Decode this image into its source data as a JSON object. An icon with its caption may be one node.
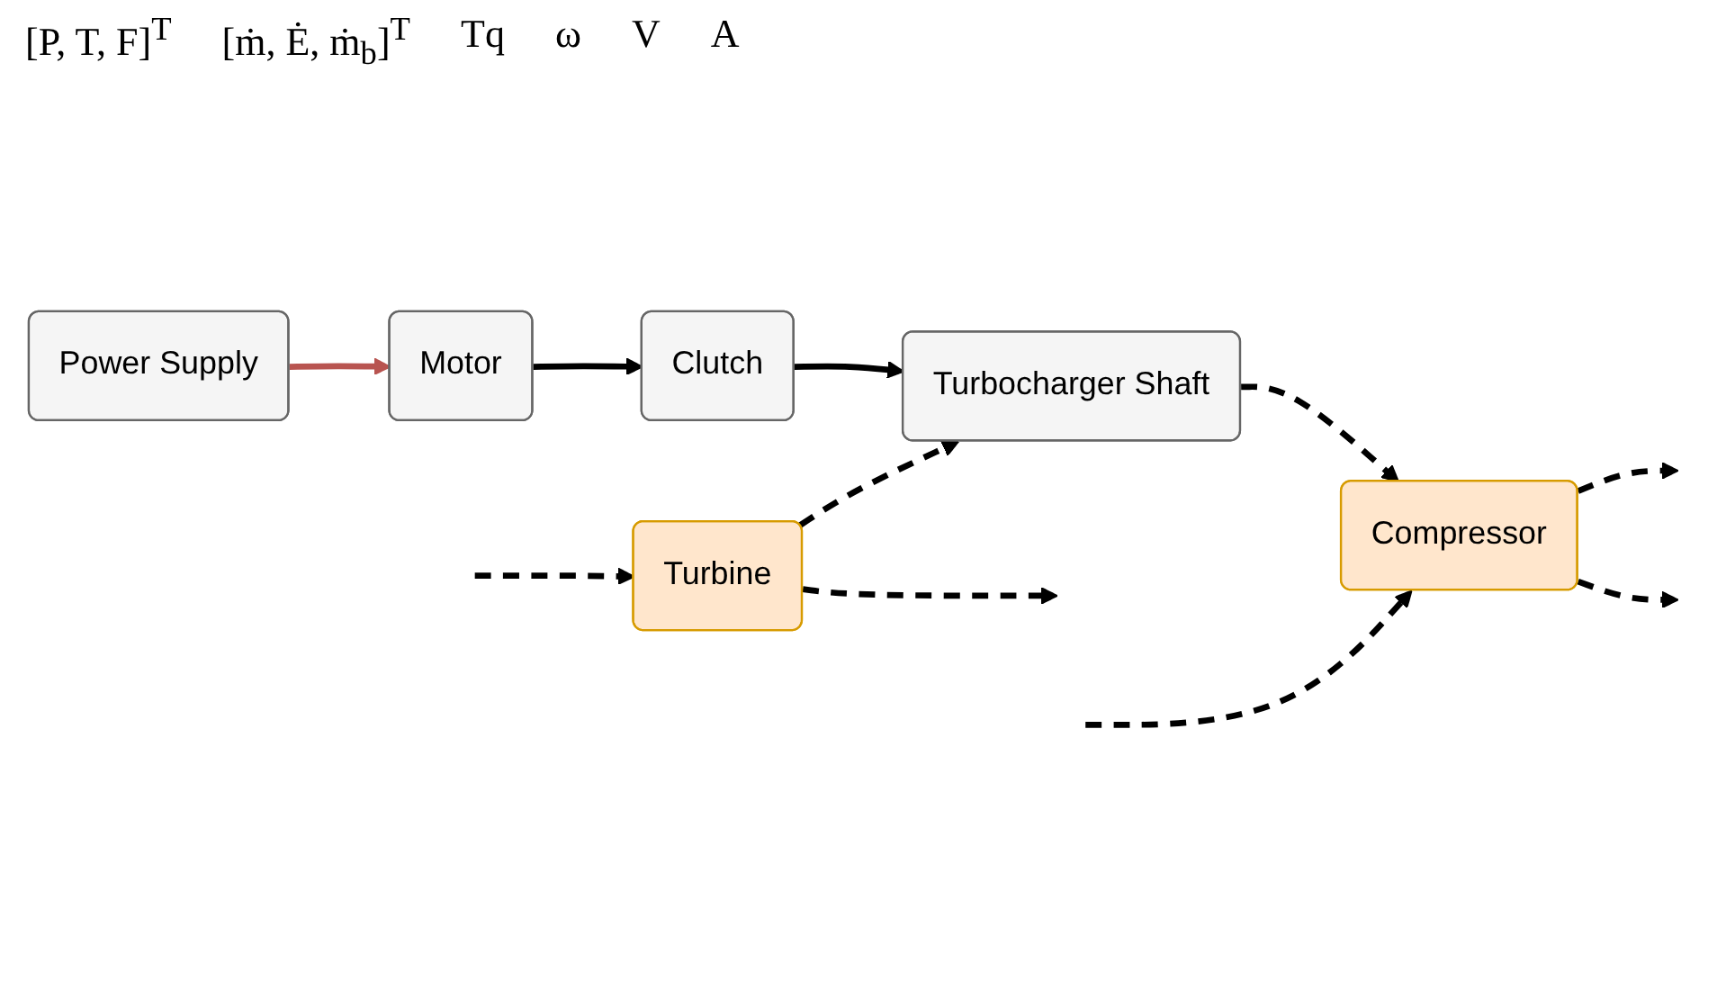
{
  "diagram": {
    "nodes": [
      {
        "text": [
          "Turbine"
        ]
      },
      {
        "text": [
          "Turbocharger Shaft"
        ]
      },
      {
        "text": [
          "Compressor"
        ]
      },
      {
        "text": [
          "Clutch"
        ]
      },
      {
        "text": [
          "Power Supply"
        ]
      },
      {
        "text": [
          "Motor"
        ]
      }
    ],
    "edges": [
      {
        "from": null,
        "to": 0,
        "arrow": "to",
        "style": "dashed"
      },
      {
        "from": 0,
        "to": null,
        "arrow": "to",
        "style": "dashed"
      },
      {
        "from": 0,
        "to": 1,
        "arrow": "to",
        "style": "dashed"
      },
      {
        "from": 1,
        "to": 2,
        "arrow": "to",
        "style": "dashed"
      },
      {
        "from": 2,
        "to": null,
        "arrow": "to",
        "style": "dashed"
      },
      {
        "from": null,
        "to": 2,
        "arrow": "to",
        "style": "dashed"
      },
      {
        "from": 2,
        "to": null,
        "arrow": "to",
        "style": "dashed"
      },
      {
        "from": 3,
        "to": 1,
        "arrow": "to"
      },
      {
        "from": 5,
        "to": 3,
        "arrow": "to"
      },
      {
        "from": 4,
        "to": 5,
        "arrow": "to",
        "color": "#b85450"
      }
    ],
    "labels": [
      "[P, T, F]$^{T}$",
      "[ṁ, Ė, ṁ$_{b}$]$^{T}$",
      "Tq",
      "ω",
      "V",
      "A"
    ]
  }
}
